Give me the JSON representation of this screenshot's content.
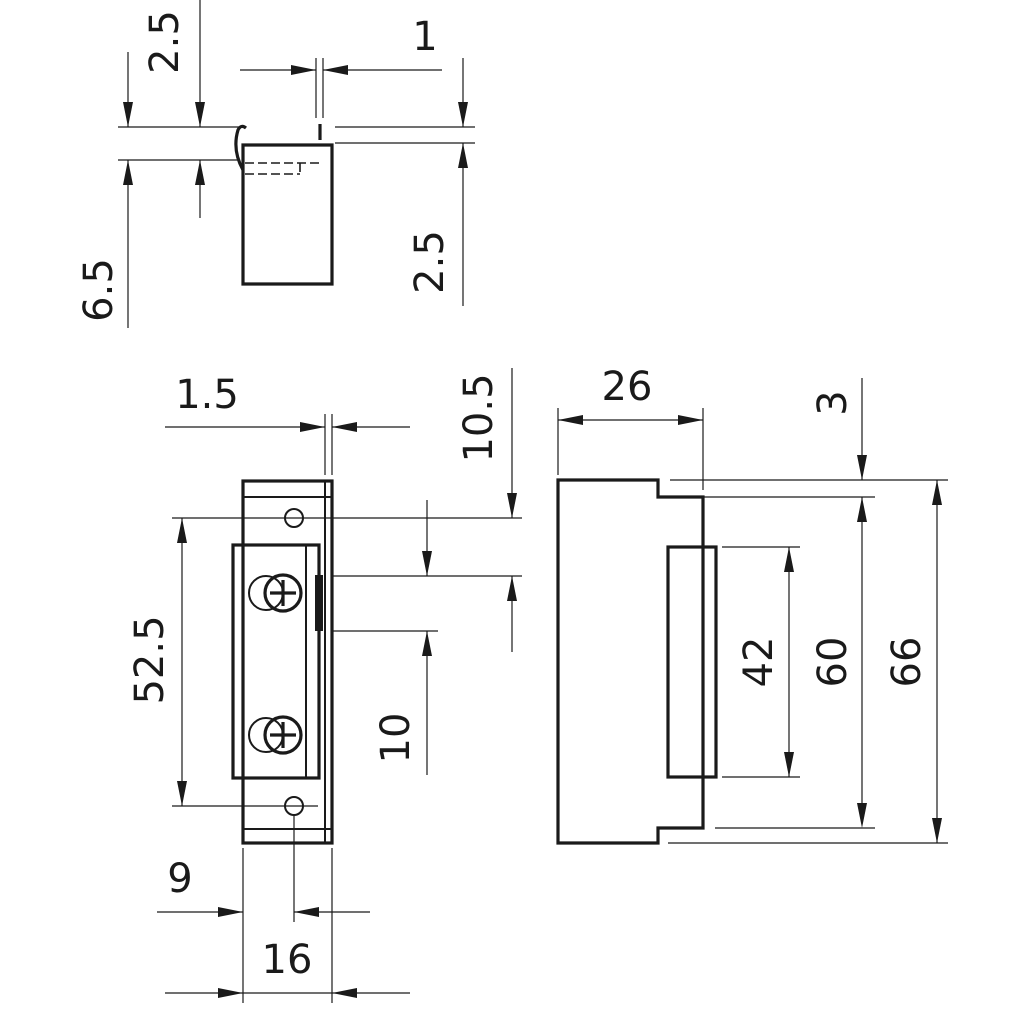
{
  "diagram": {
    "dimension_labels": {
      "top_view_opening": "2.5",
      "top_view_lip": "1",
      "top_view_height": "6.5",
      "top_view_offset": "2.5",
      "front_plate_thickness": "1.5",
      "front_top_offset": "10.5",
      "front_hole_spacing": "52.5",
      "front_latch_height": "10",
      "front_hole_center": "9",
      "front_width": "16",
      "side_depth": "26",
      "side_step": "3",
      "side_latch_length": "42",
      "side_inner_height": "60",
      "side_total_height": "66"
    }
  }
}
